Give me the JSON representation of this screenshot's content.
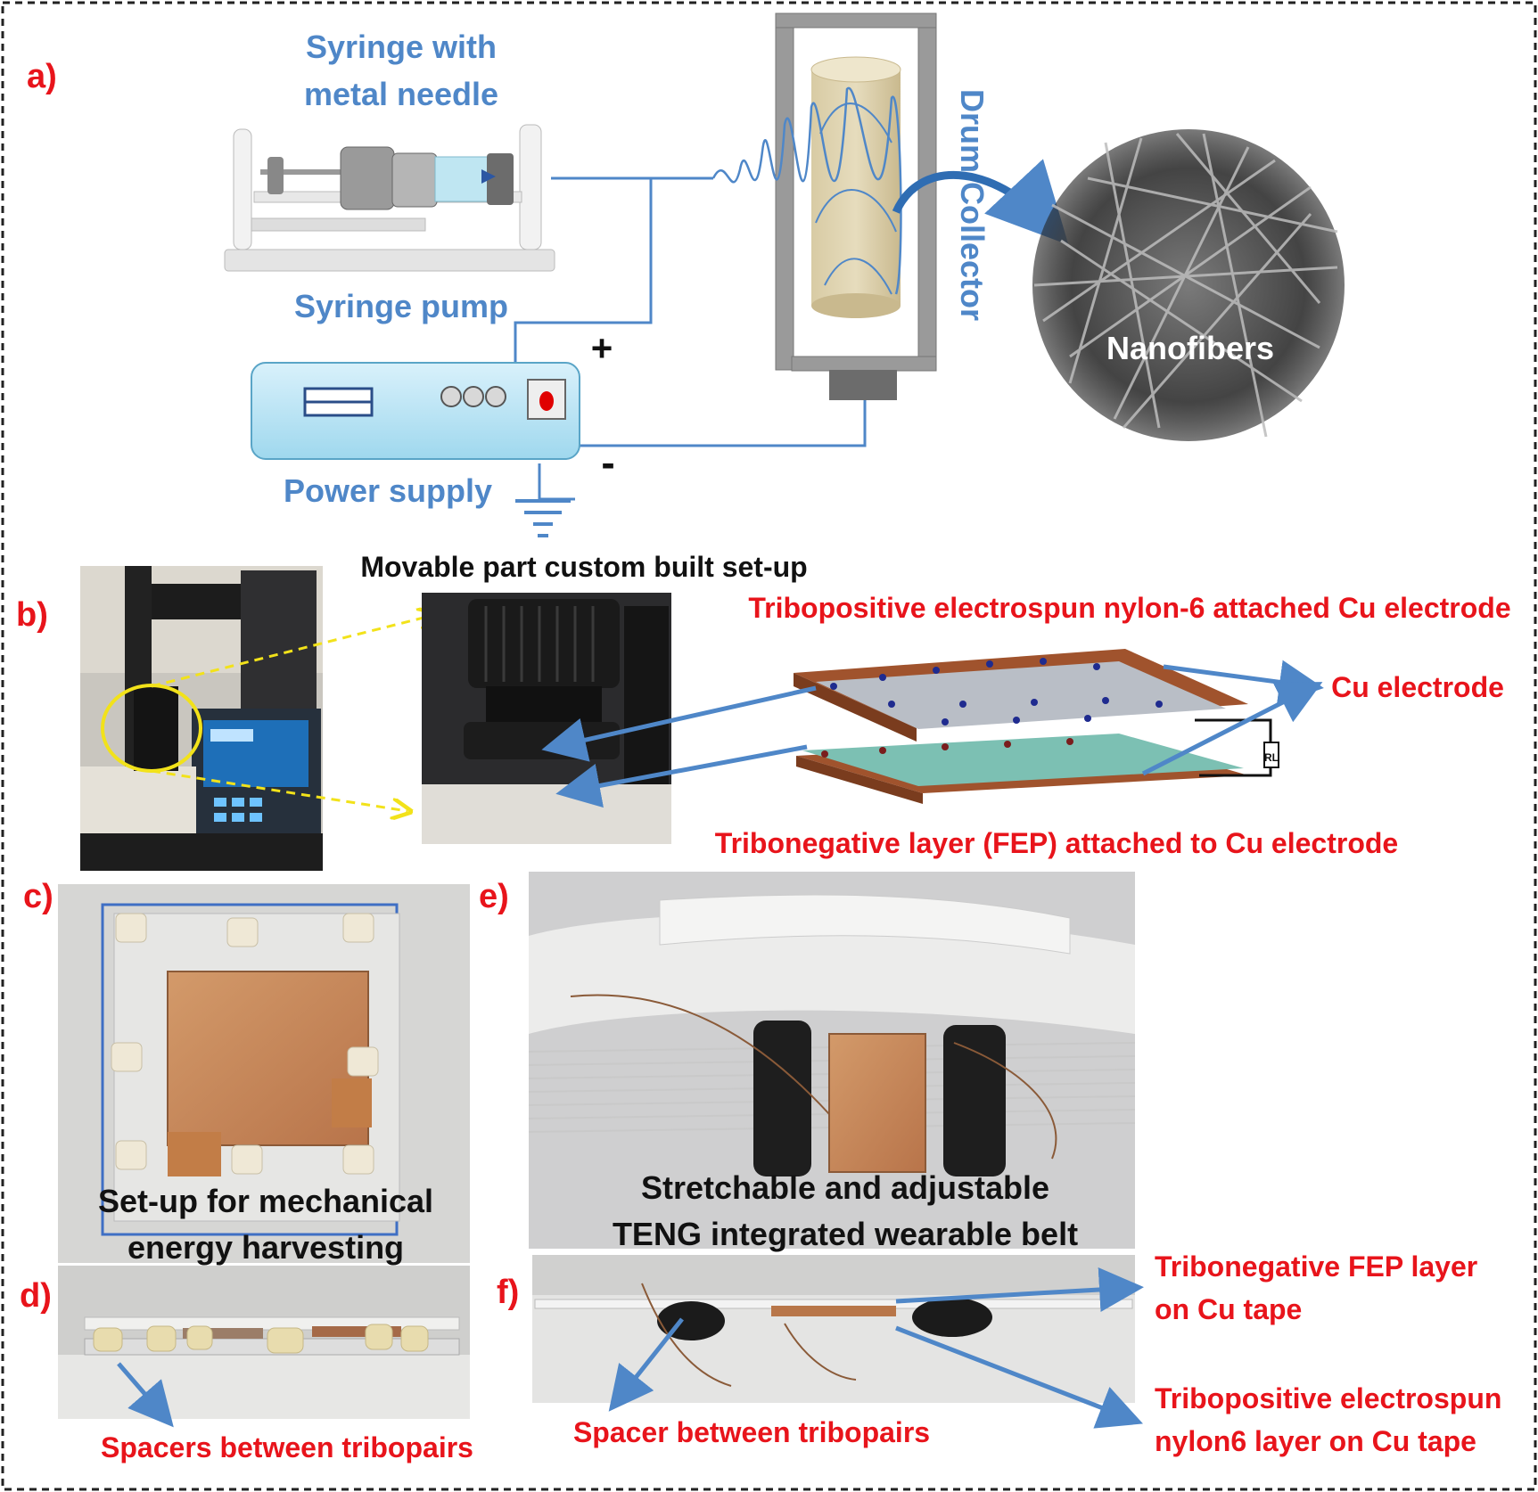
{
  "colors": {
    "label_blue": "#4f87c8",
    "label_red": "#e8141b",
    "arrow_blue": "#4f87c8",
    "copper": "#c6824f",
    "frame_dash": "#222222",
    "highlight_yellow": "#f2e21a"
  },
  "panels": {
    "a": {
      "tag": "a)",
      "syringe_label_line1": "Syringe with",
      "syringe_label_line2": "metal needle",
      "pump_label": "Syringe pump",
      "power_label": "Power supply",
      "plus_sign": "+",
      "minus_sign": "-",
      "collector_label": "Drum Collector",
      "nanofibers_label": "Nanofibers"
    },
    "b": {
      "tag": "b)",
      "movable_label": "Movable part custom built set-up",
      "tribopositive_label": "Tribopositive electrospun nylon-6 attached Cu electrode",
      "cu_electrode_label": "Cu electrode",
      "tribonegative_label": "Tribonegative layer (FEP) attached to Cu electrode",
      "load_label": "RL"
    },
    "c": {
      "tag": "c)",
      "caption_line1": "Set-up for mechanical",
      "caption_line2": "energy harvesting"
    },
    "d": {
      "tag": "d)",
      "spacers_label": "Spacers between tribopairs"
    },
    "e": {
      "tag": "e)",
      "caption_line1": "Stretchable and adjustable",
      "caption_line2": "TENG integrated wearable belt"
    },
    "f": {
      "tag": "f)",
      "fep_label_line1": "Tribonegative FEP layer",
      "fep_label_line2": "on Cu tape",
      "nylon_label_line1": "Tribopositive electrospun",
      "nylon_label_line2": "nylon6 layer on Cu tape",
      "spacer_label": "Spacer between tribopairs"
    }
  }
}
